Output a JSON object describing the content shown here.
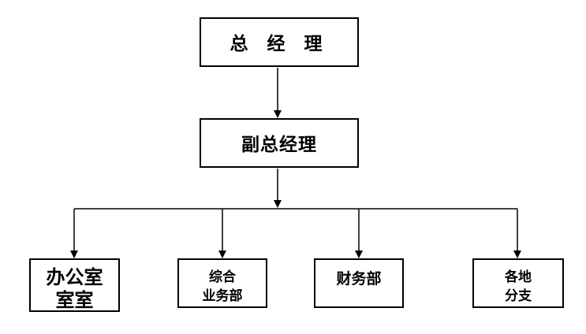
{
  "org_chart": {
    "general_manager": {
      "label": "总 经 理"
    },
    "deputy_general_manager": {
      "label": "副总经理"
    },
    "departments": [
      {
        "line1": "办公室",
        "line2": "室室"
      },
      {
        "line1": "综合",
        "line2": "业务部"
      },
      {
        "line1": "财务部",
        "line2": ""
      },
      {
        "line1": "各地",
        "line2": "分支"
      }
    ]
  }
}
